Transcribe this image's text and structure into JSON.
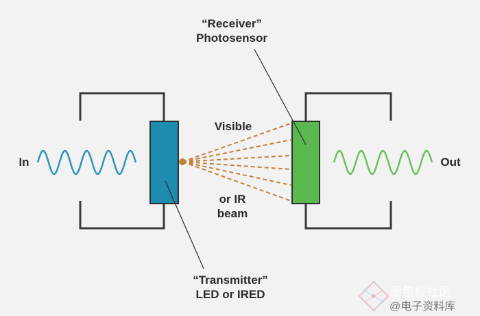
{
  "labels": {
    "receiver_line1": "“Receiver”",
    "receiver_line2": "Photosensor",
    "transmitter_line1": "“Transmitter”",
    "transmitter_line2": "LED or IRED",
    "visible": "Visible",
    "or_ir": "or IR",
    "beam": "beam",
    "input": "In",
    "output": "Out"
  },
  "watermark": {
    "line1": "面包板社区",
    "line2": "@电子资料库"
  },
  "colors": {
    "transmitter": "#1e8bb0",
    "receiver": "#5ab84e",
    "beam": "#c0803a",
    "wave_in": "#2f93b6",
    "wave_out": "#6cc05a",
    "frame": "#3a3a3a",
    "background": "#f2f2f2"
  },
  "icons": {
    "watermark_logo": "diamond-network-logo-icon"
  }
}
